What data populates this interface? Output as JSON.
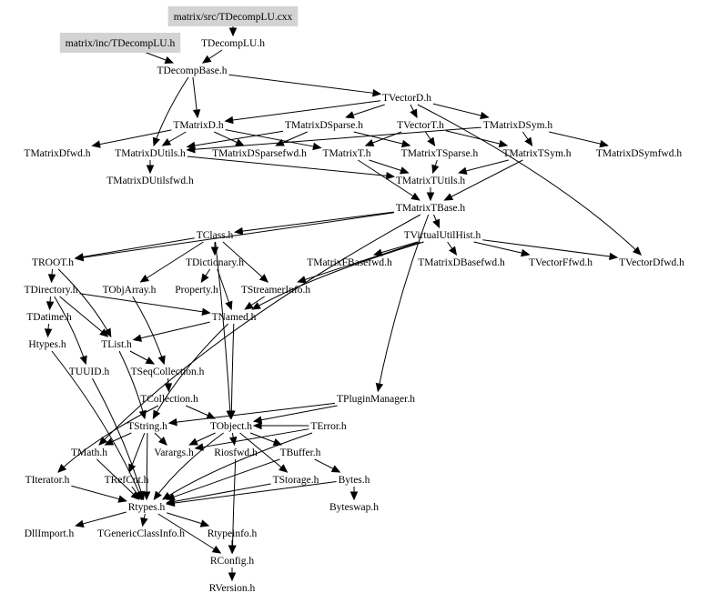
{
  "title": "Include dependency graph for TDecompLU.cxx",
  "nodes": [
    {
      "id": "TDecompLU.cxx",
      "label": "matrix/src/TDecompLU.cxx",
      "highlighted": true
    },
    {
      "id": "inc/TDecompLU.h",
      "label": "matrix/inc/TDecompLU.h",
      "highlighted": true
    },
    {
      "id": "TDecompLU.h",
      "label": "TDecompLU.h"
    },
    {
      "id": "TDecompBase.h",
      "label": "TDecompBase.h"
    },
    {
      "id": "TVectorD.h",
      "label": "TVectorD.h"
    },
    {
      "id": "TMatrixD.h",
      "label": "TMatrixD.h"
    },
    {
      "id": "TMatrixDSparse.h",
      "label": "TMatrixDSparse.h"
    },
    {
      "id": "TVectorT.h",
      "label": "TVectorT.h"
    },
    {
      "id": "TMatrixDSym.h",
      "label": "TMatrixDSym.h"
    },
    {
      "id": "TMatrixDfwd.h",
      "label": "TMatrixDfwd.h"
    },
    {
      "id": "TMatrixDUtils.h",
      "label": "TMatrixDUtils.h"
    },
    {
      "id": "TMatrixDSparsefwd.h",
      "label": "TMatrixDSparsefwd.h"
    },
    {
      "id": "TMatrixT.h",
      "label": "TMatrixT.h"
    },
    {
      "id": "TMatrixTSparse.h",
      "label": "TMatrixTSparse.h"
    },
    {
      "id": "TMatrixTSym.h",
      "label": "TMatrixTSym.h"
    },
    {
      "id": "TMatrixDSymfwd.h",
      "label": "TMatrixDSymfwd.h"
    },
    {
      "id": "TMatrixDUtilsfwd.h",
      "label": "TMatrixDUtilsfwd.h"
    },
    {
      "id": "TMatrixTUtils.h",
      "label": "TMatrixTUtils.h"
    },
    {
      "id": "TMatrixTBase.h",
      "label": "TMatrixTBase.h"
    },
    {
      "id": "TClass.h",
      "label": "TClass.h"
    },
    {
      "id": "TVirtualUtilHist.h",
      "label": "TVirtualUtilHist.h"
    },
    {
      "id": "TROOT.h",
      "label": "TROOT.h"
    },
    {
      "id": "TDictionary.h",
      "label": "TDictionary.h"
    },
    {
      "id": "TMatrixFBasefwd.h",
      "label": "TMatrixFBasefwd.h"
    },
    {
      "id": "TMatrixDBasefwd.h",
      "label": "TMatrixDBasefwd.h"
    },
    {
      "id": "TVectorFfwd.h",
      "label": "TVectorFfwd.h"
    },
    {
      "id": "TVectorDfwd.h",
      "label": "TVectorDfwd.h"
    },
    {
      "id": "TDirectory.h",
      "label": "TDirectory.h"
    },
    {
      "id": "TObjArray.h",
      "label": "TObjArray.h"
    },
    {
      "id": "Property.h",
      "label": "Property.h"
    },
    {
      "id": "TStreamerInfo.h",
      "label": "TStreamerInfo.h"
    },
    {
      "id": "TDatime.h",
      "label": "TDatime.h"
    },
    {
      "id": "TNamed.h",
      "label": "TNamed.h"
    },
    {
      "id": "Htypes.h",
      "label": "Htypes.h"
    },
    {
      "id": "TList.h",
      "label": "TList.h"
    },
    {
      "id": "TUUID.h",
      "label": "TUUID.h"
    },
    {
      "id": "TSeqCollection.h",
      "label": "TSeqCollection.h"
    },
    {
      "id": "TCollection.h",
      "label": "TCollection.h"
    },
    {
      "id": "TPluginManager.h",
      "label": "TPluginManager.h"
    },
    {
      "id": "TString.h",
      "label": "TString.h"
    },
    {
      "id": "TObject.h",
      "label": "TObject.h"
    },
    {
      "id": "TError.h",
      "label": "TError.h"
    },
    {
      "id": "TMath.h",
      "label": "TMath.h"
    },
    {
      "id": "Varargs.h",
      "label": "Varargs.h"
    },
    {
      "id": "Riosfwd.h",
      "label": "Riosfwd.h"
    },
    {
      "id": "TBuffer.h",
      "label": "TBuffer.h"
    },
    {
      "id": "TIterator.h",
      "label": "TIterator.h"
    },
    {
      "id": "TRefCnt.h",
      "label": "TRefCnt.h"
    },
    {
      "id": "TStorage.h",
      "label": "TStorage.h"
    },
    {
      "id": "Bytes.h",
      "label": "Bytes.h"
    },
    {
      "id": "Byteswap.h",
      "label": "Byteswap.h"
    },
    {
      "id": "Rtypes.h",
      "label": "Rtypes.h"
    },
    {
      "id": "DllImport.h",
      "label": "DllImport.h"
    },
    {
      "id": "TGenericClassInfo.h",
      "label": "TGenericClassInfo.h"
    },
    {
      "id": "Rtypeinfo.h",
      "label": "Rtypeinfo.h"
    },
    {
      "id": "RConfig.h",
      "label": "RConfig.h"
    },
    {
      "id": "RVersion.h",
      "label": "RVersion.h"
    }
  ],
  "edges": [
    [
      "TDecompLU.cxx",
      "TDecompLU.h"
    ],
    [
      "inc/TDecompLU.h",
      "TDecompBase.h"
    ],
    [
      "TDecompLU.h",
      "TDecompBase.h"
    ],
    [
      "TDecompBase.h",
      "TVectorD.h"
    ],
    [
      "TDecompBase.h",
      "TMatrixD.h"
    ],
    [
      "TDecompBase.h",
      "TMatrixDUtils.h"
    ],
    [
      "TVectorD.h",
      "TMatrixD.h"
    ],
    [
      "TVectorD.h",
      "TVectorT.h"
    ],
    [
      "TVectorD.h",
      "TMatrixDSym.h"
    ],
    [
      "TVectorD.h",
      "TMatrixDSparse.h"
    ],
    [
      "TVectorD.h",
      "TVectorDfwd.h"
    ],
    [
      "TMatrixD.h",
      "TMatrixDfwd.h"
    ],
    [
      "TMatrixD.h",
      "TMatrixDUtils.h"
    ],
    [
      "TMatrixD.h",
      "TMatrixT.h"
    ],
    [
      "TMatrixD.h",
      "TMatrixDSparsefwd.h"
    ],
    [
      "TMatrixDSparse.h",
      "TMatrixDSparsefwd.h"
    ],
    [
      "TMatrixDSparse.h",
      "TMatrixTSparse.h"
    ],
    [
      "TMatrixDSparse.h",
      "TMatrixDUtils.h"
    ],
    [
      "TVectorT.h",
      "TMatrixT.h"
    ],
    [
      "TVectorT.h",
      "TMatrixTSym.h"
    ],
    [
      "TVectorT.h",
      "TMatrixTSparse.h"
    ],
    [
      "TMatrixDSym.h",
      "TMatrixDSymfwd.h"
    ],
    [
      "TMatrixDSym.h",
      "TMatrixTSym.h"
    ],
    [
      "TMatrixDSym.h",
      "TMatrixDUtils.h"
    ],
    [
      "TMatrixDUtils.h",
      "TMatrixDUtilsfwd.h"
    ],
    [
      "TMatrixDUtils.h",
      "TMatrixTUtils.h"
    ],
    [
      "TMatrixT.h",
      "TMatrixTUtils.h"
    ],
    [
      "TMatrixT.h",
      "TMatrixTBase.h"
    ],
    [
      "TMatrixTSparse.h",
      "TMatrixTUtils.h"
    ],
    [
      "TMatrixTSym.h",
      "TMatrixTUtils.h"
    ],
    [
      "TMatrixTSym.h",
      "TMatrixTBase.h"
    ],
    [
      "TMatrixTUtils.h",
      "TMatrixTBase.h"
    ],
    [
      "TMatrixTBase.h",
      "TClass.h"
    ],
    [
      "TMatrixTBase.h",
      "TVirtualUtilHist.h"
    ],
    [
      "TMatrixTBase.h",
      "TROOT.h"
    ],
    [
      "TMatrixTBase.h",
      "TMath.h"
    ],
    [
      "TMatrixTBase.h",
      "TPluginManager.h"
    ],
    [
      "TClass.h",
      "TROOT.h"
    ],
    [
      "TClass.h",
      "TDictionary.h"
    ],
    [
      "TClass.h",
      "TObjArray.h"
    ],
    [
      "TClass.h",
      "TStreamerInfo.h"
    ],
    [
      "TClass.h",
      "TObject.h"
    ],
    [
      "TVirtualUtilHist.h",
      "TMatrixFBasefwd.h"
    ],
    [
      "TVirtualUtilHist.h",
      "TMatrixDBasefwd.h"
    ],
    [
      "TVirtualUtilHist.h",
      "TVectorFfwd.h"
    ],
    [
      "TVirtualUtilHist.h",
      "TVectorDfwd.h"
    ],
    [
      "TVirtualUtilHist.h",
      "TNamed.h"
    ],
    [
      "TVirtualUtilHist.h",
      "TStreamerInfo.h"
    ],
    [
      "TROOT.h",
      "TDirectory.h"
    ],
    [
      "TROOT.h",
      "TList.h"
    ],
    [
      "TDictionary.h",
      "TNamed.h"
    ],
    [
      "TDictionary.h",
      "Property.h"
    ],
    [
      "TDirectory.h",
      "TDatime.h"
    ],
    [
      "TDirectory.h",
      "TNamed.h"
    ],
    [
      "TDirectory.h",
      "TList.h"
    ],
    [
      "TDirectory.h",
      "TUUID.h"
    ],
    [
      "TObjArray.h",
      "TSeqCollection.h"
    ],
    [
      "TStreamerInfo.h",
      "TNamed.h"
    ],
    [
      "TDatime.h",
      "Htypes.h"
    ],
    [
      "TNamed.h",
      "TList.h"
    ],
    [
      "TNamed.h",
      "TString.h"
    ],
    [
      "TNamed.h",
      "TObject.h"
    ],
    [
      "Htypes.h",
      "Rtypes.h"
    ],
    [
      "TList.h",
      "TSeqCollection.h"
    ],
    [
      "TList.h",
      "TString.h"
    ],
    [
      "TUUID.h",
      "Rtypes.h"
    ],
    [
      "TSeqCollection.h",
      "TCollection.h"
    ],
    [
      "TCollection.h",
      "TObject.h"
    ],
    [
      "TCollection.h",
      "TIterator.h"
    ],
    [
      "TPluginManager.h",
      "TObject.h"
    ],
    [
      "TPluginManager.h",
      "TString.h"
    ],
    [
      "TError.h",
      "TObject.h"
    ],
    [
      "TError.h",
      "Varargs.h"
    ],
    [
      "TError.h",
      "Rtypes.h"
    ],
    [
      "TString.h",
      "TMath.h"
    ],
    [
      "TString.h",
      "TRefCnt.h"
    ],
    [
      "TString.h",
      "Varargs.h"
    ],
    [
      "TString.h",
      "Rtypes.h"
    ],
    [
      "TObject.h",
      "Varargs.h"
    ],
    [
      "TObject.h",
      "Riosfwd.h"
    ],
    [
      "TObject.h",
      "TBuffer.h"
    ],
    [
      "TObject.h",
      "TStorage.h"
    ],
    [
      "TObject.h",
      "Rtypes.h"
    ],
    [
      "TBuffer.h",
      "Bytes.h"
    ],
    [
      "TBuffer.h",
      "Rtypes.h"
    ],
    [
      "TMath.h",
      "Rtypes.h"
    ],
    [
      "TIterator.h",
      "Rtypes.h"
    ],
    [
      "TRefCnt.h",
      "Rtypes.h"
    ],
    [
      "TStorage.h",
      "Rtypes.h"
    ],
    [
      "Bytes.h",
      "Byteswap.h"
    ],
    [
      "Bytes.h",
      "Rtypes.h"
    ],
    [
      "Riosfwd.h",
      "RConfig.h"
    ],
    [
      "Rtypes.h",
      "DllImport.h"
    ],
    [
      "Rtypes.h",
      "TGenericClassInfo.h"
    ],
    [
      "Rtypes.h",
      "Rtypeinfo.h"
    ],
    [
      "Rtypes.h",
      "RConfig.h"
    ],
    [
      "Rtypeinfo.h",
      "RConfig.h"
    ],
    [
      "RConfig.h",
      "RVersion.h"
    ]
  ]
}
